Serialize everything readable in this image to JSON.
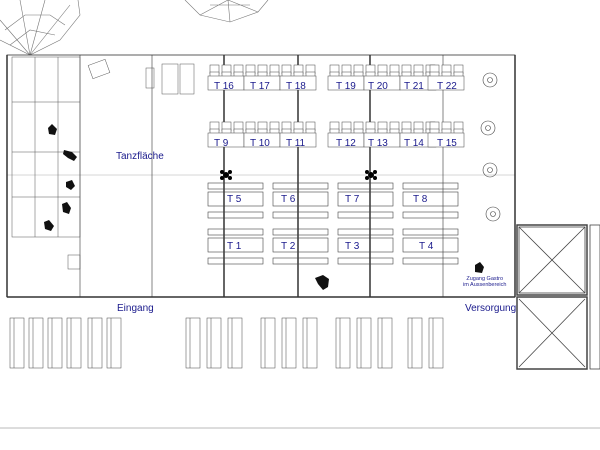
{
  "areas": {
    "dance_floor": "Tanzfläche",
    "entrance": "Eingang",
    "supply": "Versorgung",
    "garden_access_line1": "Zugang Gastro",
    "garden_access_line2": "im Aussenbereich"
  },
  "tables_upper": [
    {
      "id": "16",
      "label": "T 16"
    },
    {
      "id": "17",
      "label": "T 17"
    },
    {
      "id": "18",
      "label": "T 18"
    },
    {
      "id": "19",
      "label": "T 19"
    },
    {
      "id": "20",
      "label": "T 20"
    },
    {
      "id": "21",
      "label": "T 21"
    },
    {
      "id": "22",
      "label": "T 22"
    }
  ],
  "tables_middle": [
    {
      "id": "9",
      "label": "T 9"
    },
    {
      "id": "10",
      "label": "T 10"
    },
    {
      "id": "11",
      "label": "T 11"
    },
    {
      "id": "12",
      "label": "T 12"
    },
    {
      "id": "13",
      "label": "T 13"
    },
    {
      "id": "14",
      "label": "T 14"
    },
    {
      "id": "15",
      "label": "T 15"
    }
  ],
  "tables_lower_a": [
    {
      "id": "5",
      "label": "T 5"
    },
    {
      "id": "6",
      "label": "T 6"
    },
    {
      "id": "7",
      "label": "T 7"
    },
    {
      "id": "8",
      "label": "T 8"
    }
  ],
  "tables_lower_b": [
    {
      "id": "1",
      "label": "T 1"
    },
    {
      "id": "2",
      "label": "T 2"
    },
    {
      "id": "3",
      "label": "T 3"
    },
    {
      "id": "4",
      "label": "T 4"
    }
  ],
  "colors": {
    "line": "#333333",
    "label": "#1a1a8c"
  }
}
